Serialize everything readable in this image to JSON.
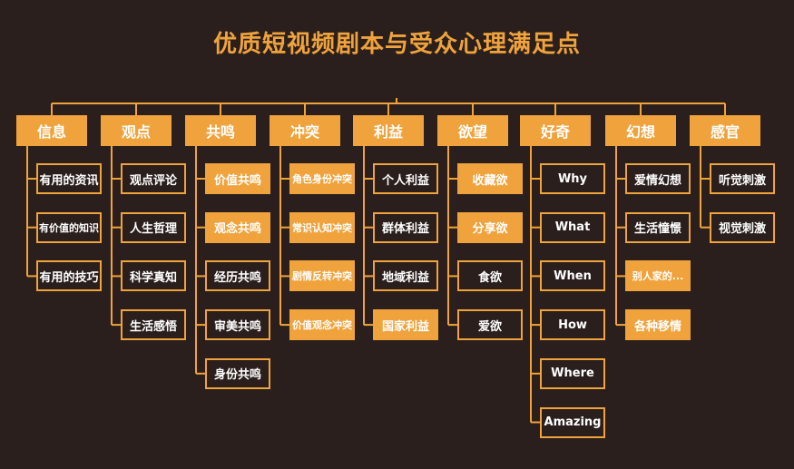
{
  "title": "优质短视频剧本与受众心理满足点",
  "colors": {
    "background": "#2a1f1c",
    "accent": "#f0a33c",
    "text": "#ffffff"
  },
  "categories": [
    {
      "label": "信息",
      "items": [
        {
          "text": "有用的资讯",
          "style": "outline"
        },
        {
          "text": "有价值的知识",
          "style": "outline"
        },
        {
          "text": "有用的技巧",
          "style": "outline"
        }
      ]
    },
    {
      "label": "观点",
      "items": [
        {
          "text": "观点评论",
          "style": "outline"
        },
        {
          "text": "人生哲理",
          "style": "outline"
        },
        {
          "text": "科学真知",
          "style": "outline"
        },
        {
          "text": "生活感悟",
          "style": "outline"
        }
      ]
    },
    {
      "label": "共鸣",
      "items": [
        {
          "text": "价值共鸣",
          "style": "filled"
        },
        {
          "text": "观念共鸣",
          "style": "filled"
        },
        {
          "text": "经历共鸣",
          "style": "outline"
        },
        {
          "text": "审美共鸣",
          "style": "outline"
        },
        {
          "text": "身份共鸣",
          "style": "outline"
        }
      ]
    },
    {
      "label": "冲突",
      "items": [
        {
          "text": "角色身份冲突",
          "style": "filled"
        },
        {
          "text": "常识认知冲突",
          "style": "filled"
        },
        {
          "text": "剧情反转冲突",
          "style": "filled"
        },
        {
          "text": "价值观念冲突",
          "style": "filled"
        }
      ]
    },
    {
      "label": "利益",
      "items": [
        {
          "text": "个人利益",
          "style": "outline"
        },
        {
          "text": "群体利益",
          "style": "outline"
        },
        {
          "text": "地域利益",
          "style": "outline"
        },
        {
          "text": "国家利益",
          "style": "filled"
        }
      ]
    },
    {
      "label": "欲望",
      "items": [
        {
          "text": "收藏欲",
          "style": "filled"
        },
        {
          "text": "分享欲",
          "style": "filled"
        },
        {
          "text": "食欲",
          "style": "outline"
        },
        {
          "text": "爱欲",
          "style": "outline"
        }
      ]
    },
    {
      "label": "好奇",
      "items": [
        {
          "text": "Why",
          "style": "outline"
        },
        {
          "text": "What",
          "style": "outline"
        },
        {
          "text": "When",
          "style": "outline"
        },
        {
          "text": "How",
          "style": "outline"
        },
        {
          "text": "Where",
          "style": "outline"
        },
        {
          "text": "Amazing",
          "style": "outline"
        }
      ]
    },
    {
      "label": "幻想",
      "items": [
        {
          "text": "爱情幻想",
          "style": "outline"
        },
        {
          "text": "生活憧憬",
          "style": "outline"
        },
        {
          "text": "别人家的...",
          "style": "filled"
        },
        {
          "text": "各种移情",
          "style": "filled"
        }
      ]
    },
    {
      "label": "感官",
      "items": [
        {
          "text": "听觉刺激",
          "style": "outline"
        },
        {
          "text": "视觉刺激",
          "style": "outline"
        }
      ]
    }
  ]
}
